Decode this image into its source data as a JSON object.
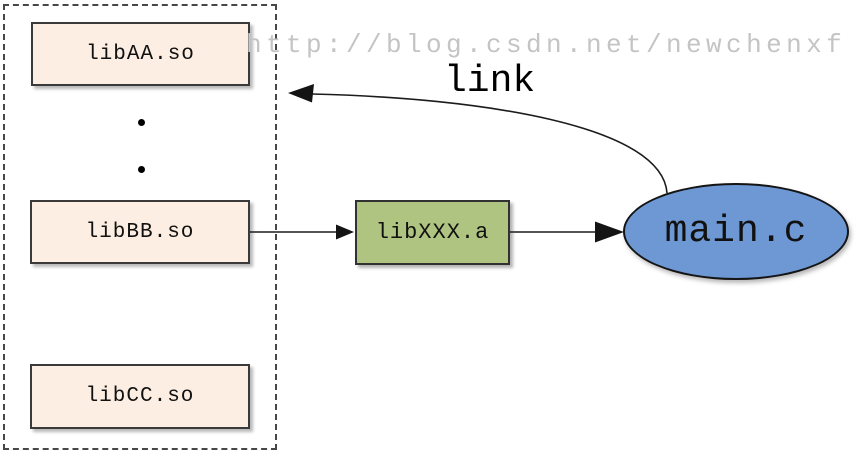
{
  "watermark": {
    "text": "http://blog.csdn.net/newchenxf",
    "color": "#c4c4c4"
  },
  "diagram": {
    "shared_library_group": {
      "boxes": [
        {
          "label": "libAA.so"
        },
        {
          "label": "libBB.so"
        },
        {
          "label": "libCC.so"
        }
      ],
      "box_fill": "#fceee2",
      "group_border_style": "dashed",
      "ellipsis_dots": 2
    },
    "static_library": {
      "label": "libXXX.a",
      "fill": "#b0c482"
    },
    "main_source": {
      "label": "main.c",
      "fill": "#6d98d4",
      "shape": "ellipse"
    },
    "link_arrow": {
      "label": "link",
      "from": "main.c",
      "to": "shared_library_group"
    },
    "arrows": [
      {
        "from": "libBB.so",
        "to": "libXXX.a"
      },
      {
        "from": "libXXX.a",
        "to": "main.c"
      }
    ],
    "colors": {
      "outline": "#2e2e2e",
      "connector": "#1c1c1c"
    }
  }
}
